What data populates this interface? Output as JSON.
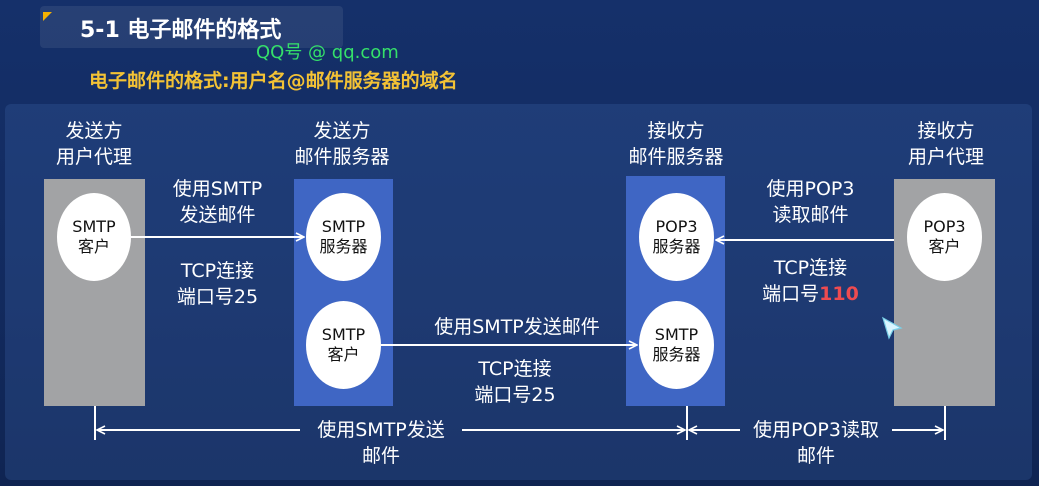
{
  "header": {
    "title": "5-1 电子邮件的格式",
    "qq_note": "QQ号 @ qq.com",
    "format_line": "电子邮件的格式:用户名@邮件服务器的域名"
  },
  "columns": {
    "sender_agent": {
      "label_line1": "发送方",
      "label_line2": "用户代理",
      "client_line1": "SMTP",
      "client_line2": "客户"
    },
    "sender_server": {
      "label_line1": "发送方",
      "label_line2": "邮件服务器",
      "server_line1": "SMTP",
      "server_line2": "服务器",
      "client_line1": "SMTP",
      "client_line2": "客户"
    },
    "receiver_server": {
      "label_line1": "接收方",
      "label_line2": "邮件服务器",
      "pop3_line1": "POP3",
      "pop3_line2": "服务器",
      "smtp_line1": "SMTP",
      "smtp_line2": "服务器"
    },
    "receiver_agent": {
      "label_line1": "接收方",
      "label_line2": "用户代理",
      "client_line1": "POP3",
      "client_line2": "客户"
    }
  },
  "arrows": {
    "agent_to_server": {
      "top_line1": "使用SMTP",
      "top_line2": "发送邮件",
      "bottom_line1": "TCP连接",
      "bottom_line2": "端口号25"
    },
    "server_to_server": {
      "top": "使用SMTP发送邮件",
      "bottom_line1": "TCP连接",
      "bottom_line2": "端口号25"
    },
    "server_to_agent": {
      "top_line1": "使用POP3",
      "top_line2": "读取邮件",
      "bottom_line1": "TCP连接",
      "bottom_line2_prefix": "端口号",
      "bottom_line2_port": "110"
    }
  },
  "spans": {
    "smtp_span_line1": "使用SMTP发送",
    "smtp_span_line2": "邮件",
    "pop3_span_line1": "使用POP3读取",
    "pop3_span_line2": "邮件"
  },
  "colors": {
    "accent_title": "#f5b100",
    "qq_green": "#35e06a",
    "format_yellow": "#f3c235",
    "port_red": "#ee4b50",
    "server_blue": "#3f66c4",
    "agent_grey": "#a2a3a5"
  }
}
